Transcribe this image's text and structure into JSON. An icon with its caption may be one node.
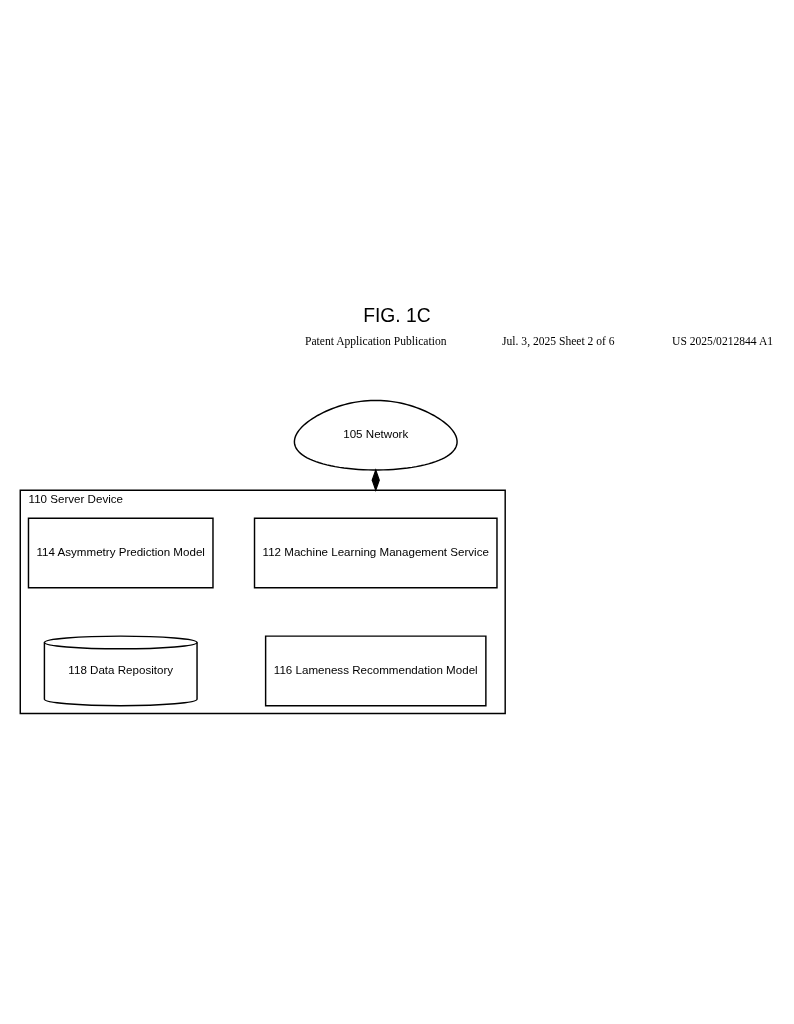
{
  "diagram": {
    "title": "FIG. 1C",
    "nodes": [
      {
        "text": [
          "110 Server Device"
        ]
      },
      {
        "text": [
          "105 Network"
        ]
      },
      {
        "text": [
          "112 Machine Learning Management Service"
        ],
        "in": 0
      },
      {
        "text": [
          "114 Asymmetry Prediction Model"
        ],
        "in": 0
      },
      {
        "text": [
          "116 Lameness Recommendation Model"
        ],
        "in": 0
      },
      {
        "text": [
          "118 Data Repository"
        ],
        "in": 0
      }
    ],
    "edges": [
      {
        "from": 1,
        "to": 0,
        "arrow": "both"
      }
    ],
    "labels": [
      "Patent Application Publication",
      "Jul. 3, 2025 Sheet 2 of 6",
      "US 2025/0212844 A1"
    ]
  }
}
